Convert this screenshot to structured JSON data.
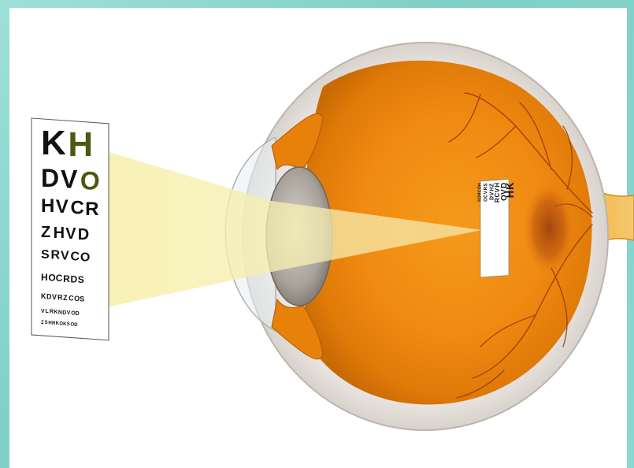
{
  "eye_chart": {
    "rows": [
      [
        "K",
        "H"
      ],
      [
        "D",
        "V",
        "O"
      ],
      [
        "H",
        "V",
        "C",
        "R"
      ],
      [
        "Z",
        "H",
        "V",
        "D"
      ],
      [
        "S",
        "R",
        "V",
        "C",
        "O"
      ],
      [
        "H",
        "O",
        "C",
        "R",
        "D",
        "S"
      ],
      [
        "K",
        "D",
        "V",
        "R",
        "Z",
        "C",
        "O",
        "S"
      ],
      [
        "V",
        "L",
        "R",
        "K",
        "N",
        "D",
        "V",
        "O",
        "D"
      ],
      [
        "Z",
        "S",
        "H",
        "R",
        "K",
        "O",
        "K",
        "S",
        "O",
        "D"
      ]
    ]
  },
  "retina_image": {
    "rows": [
      [
        "K",
        "H"
      ],
      [
        "D",
        "V",
        "O"
      ],
      [
        "H",
        "V",
        "C",
        "R"
      ],
      [
        "Z",
        "H",
        "V",
        "D"
      ],
      [
        "S",
        "R",
        "V",
        "C",
        "O"
      ],
      [
        "H",
        "O",
        "C",
        "R",
        "D",
        "S"
      ]
    ]
  },
  "colors": {
    "background_teal": "#8fd8cf",
    "eye_orange": "#f08c10",
    "light_beam": "#f5eeb0",
    "sclera": "#f2efec"
  }
}
